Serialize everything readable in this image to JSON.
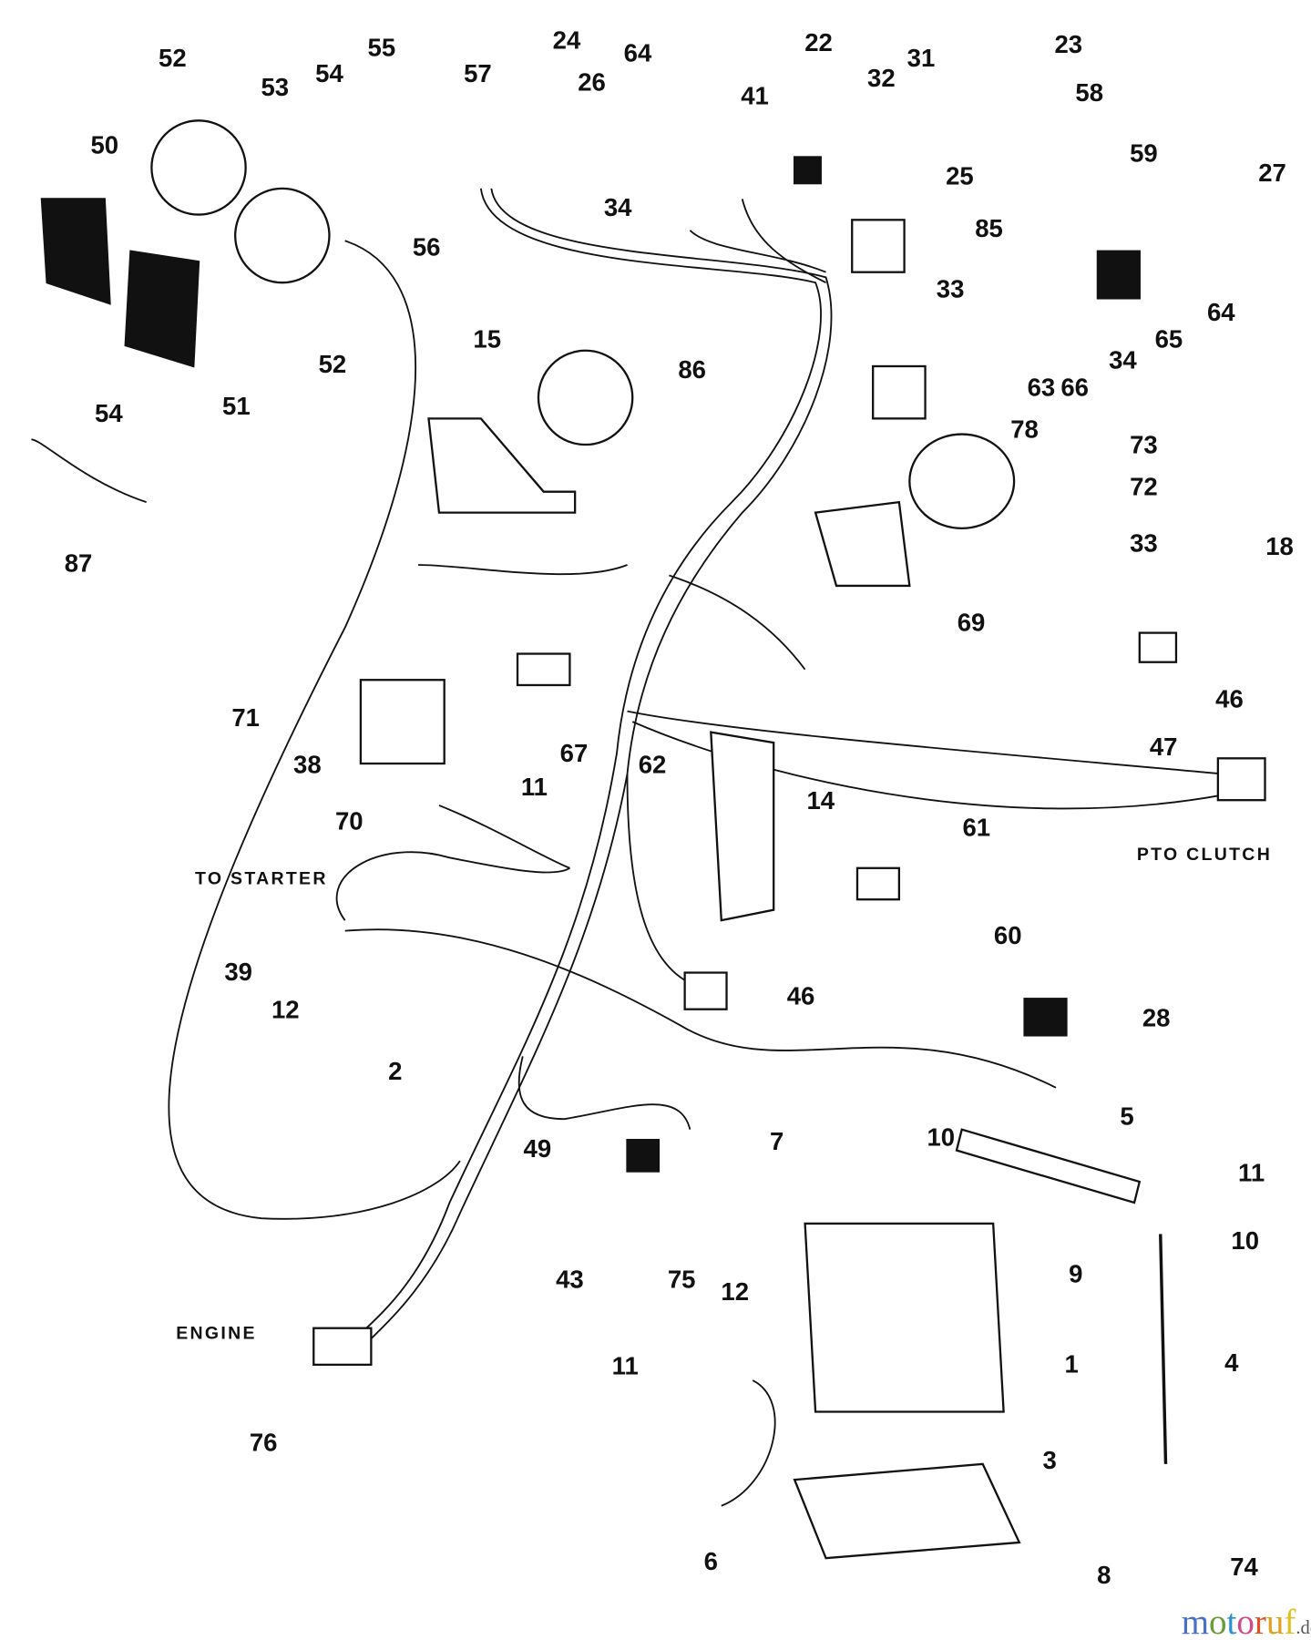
{
  "diagram": {
    "captions": {
      "to_starter": "TO STARTER",
      "pto_clutch": "PTO CLUTCH",
      "engine": "ENGINE"
    },
    "part_labels": [
      "52",
      "50",
      "53",
      "54",
      "55",
      "57",
      "56",
      "52",
      "51",
      "54",
      "87",
      "24",
      "26",
      "64",
      "34",
      "41",
      "22",
      "32",
      "31",
      "23",
      "25",
      "58",
      "59",
      "27",
      "85",
      "33",
      "66",
      "34",
      "65",
      "64",
      "63",
      "78",
      "15",
      "86",
      "73",
      "72",
      "33",
      "18",
      "69",
      "46",
      "47",
      "67",
      "71",
      "38",
      "70",
      "11",
      "62",
      "14",
      "61",
      "60",
      "46",
      "28",
      "39",
      "12",
      "2",
      "7",
      "5",
      "10",
      "11",
      "10",
      "9",
      "49",
      "43",
      "75",
      "12",
      "11",
      "76",
      "1",
      "4",
      "3",
      "6",
      "8",
      "74"
    ],
    "watermark": "motoruf.de"
  }
}
